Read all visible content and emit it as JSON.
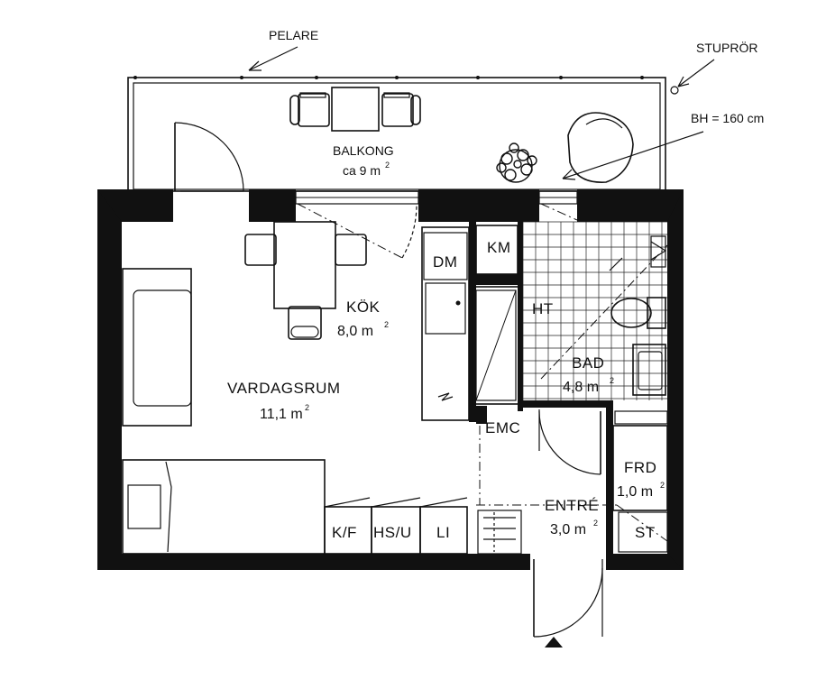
{
  "annotations": {
    "pelare": "PELARE",
    "stupror": "STUPRÖR",
    "bh": "BH = 160 cm"
  },
  "rooms": {
    "balkong": {
      "name": "BALKONG",
      "area": "ca 9 m",
      "sup": "2"
    },
    "kok": {
      "name": "KÖK",
      "area": "8,0 m",
      "sup": "2"
    },
    "vardagsrum": {
      "name": "VARDAGSRUM",
      "area": "11,1 m",
      "sup": "2"
    },
    "bad": {
      "name": "BAD",
      "area": "4,8 m",
      "sup": "2"
    },
    "frd": {
      "name": "FRD",
      "area": "1,0 m",
      "sup": "2"
    },
    "entre": {
      "name": "ENTRÉ",
      "area": "3,0 m",
      "sup": "2"
    }
  },
  "fixtures": {
    "dm": "DM",
    "km": "KM",
    "ht": "HT",
    "emc": "EMC",
    "kf": "K/F",
    "hsu": "HS/U",
    "li": "LI",
    "st": "ST"
  }
}
